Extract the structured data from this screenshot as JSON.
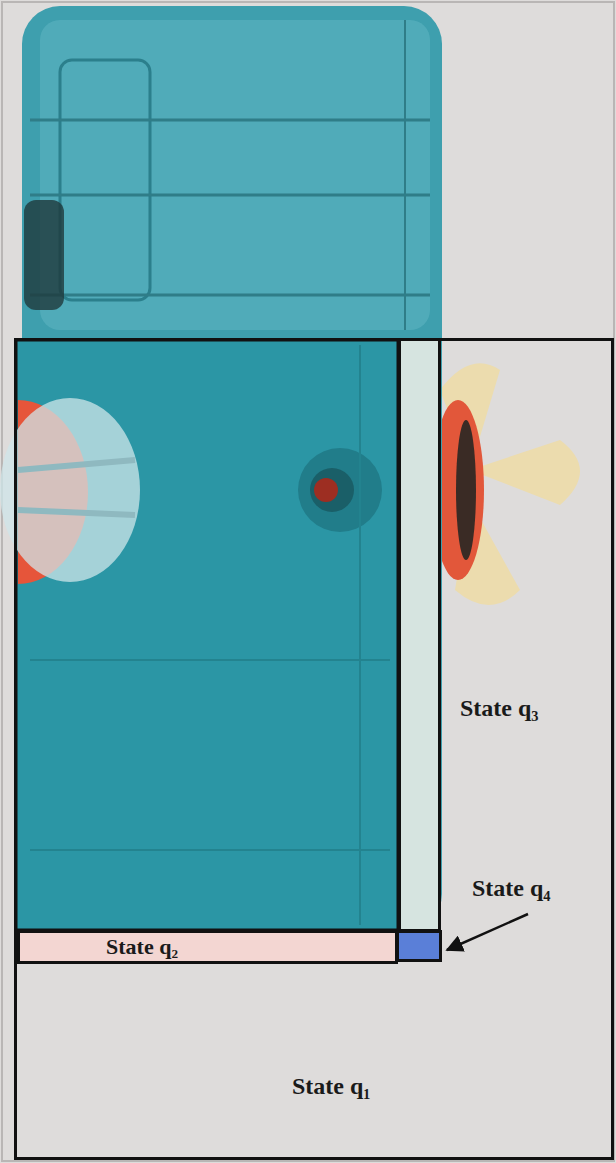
{
  "diagram": {
    "nodes": [
      {
        "text": [
          "State q₁"
        ]
      },
      {
        "text": [
          "State q₃"
        ],
        "in": 0
      },
      {
        "text": [
          "State q₂"
        ],
        "in": 0
      },
      {
        "text": [
          "State q₄"
        ],
        "in": 0
      }
    ]
  }
}
